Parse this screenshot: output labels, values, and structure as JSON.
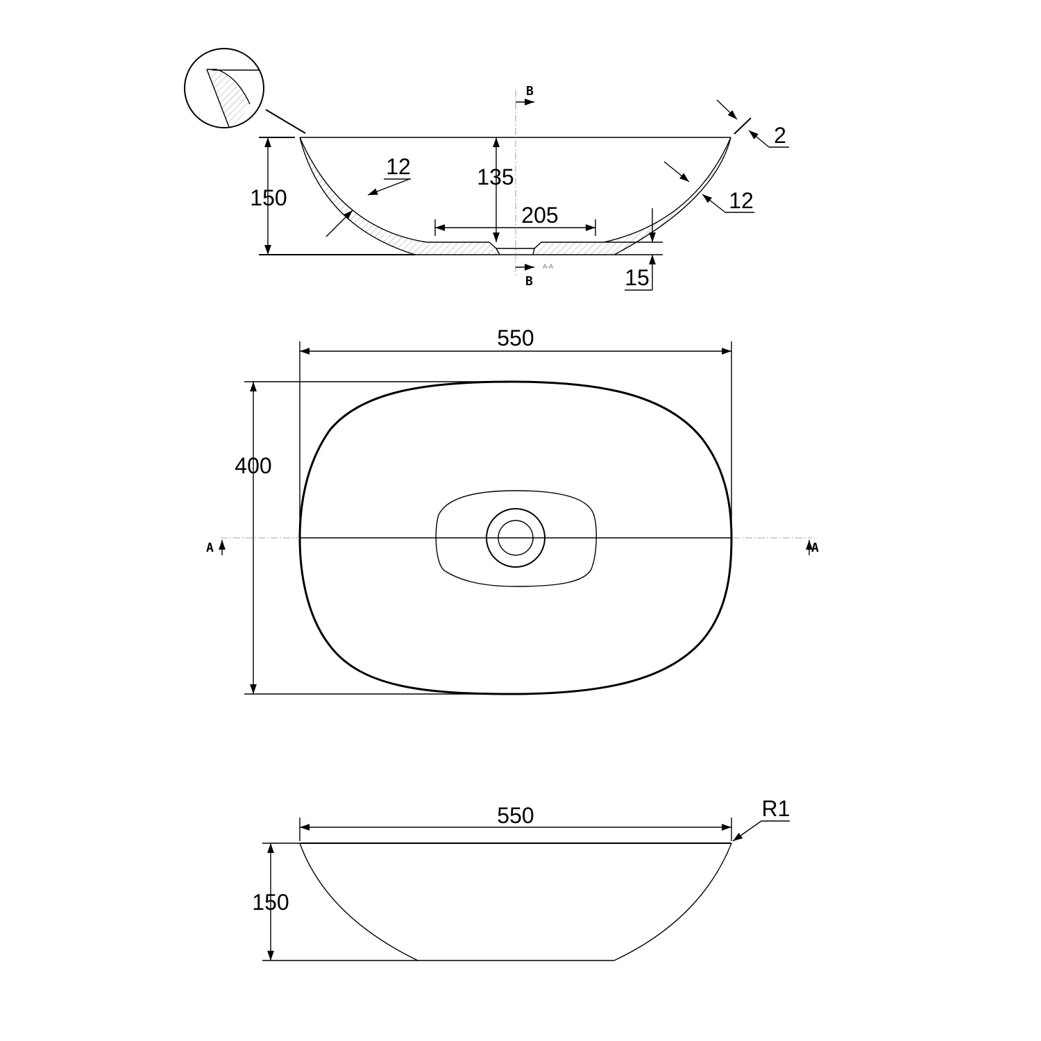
{
  "section_view": {
    "height_total": "150",
    "inner_depth": "135",
    "wall_thickness_left": "12",
    "wall_thickness_right": "12",
    "rim_thickness": "2",
    "base_width": "205",
    "base_thickness": "15",
    "section_mark_top": "B",
    "section_mark_bottom": "B",
    "section_caption": "A-A"
  },
  "plan_view": {
    "width": "550",
    "depth": "400",
    "section_mark_left": "A",
    "section_mark_right": "A"
  },
  "side_view": {
    "width": "550",
    "height": "150",
    "rim_radius": "R1"
  }
}
